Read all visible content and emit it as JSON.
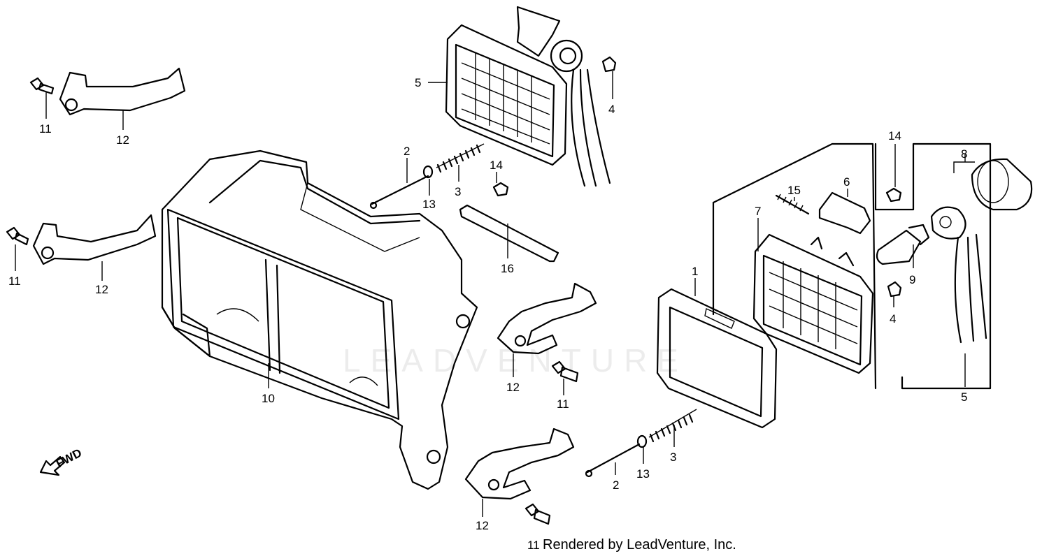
{
  "diagram": {
    "part_labels": {
      "p1": "1",
      "p2a": "2",
      "p2b": "2",
      "p3a": "3",
      "p3b": "3",
      "p4a": "4",
      "p4b": "4",
      "p5a": "5",
      "p5b": "5",
      "p6": "6",
      "p7": "7",
      "p8": "8",
      "p9": "9",
      "p10": "10",
      "p11a": "11",
      "p11b": "11",
      "p11c": "11",
      "p11d": "11",
      "p12a": "12",
      "p12b": "12",
      "p12c": "12",
      "p12d": "12",
      "p13a": "13",
      "p13b": "13",
      "p14a": "14",
      "p14b": "14",
      "p15": "15",
      "p16": "16"
    },
    "fwd_label": "FWD",
    "watermark": "LEADVENTURE",
    "credit": "Rendered by LeadVenture, Inc."
  }
}
